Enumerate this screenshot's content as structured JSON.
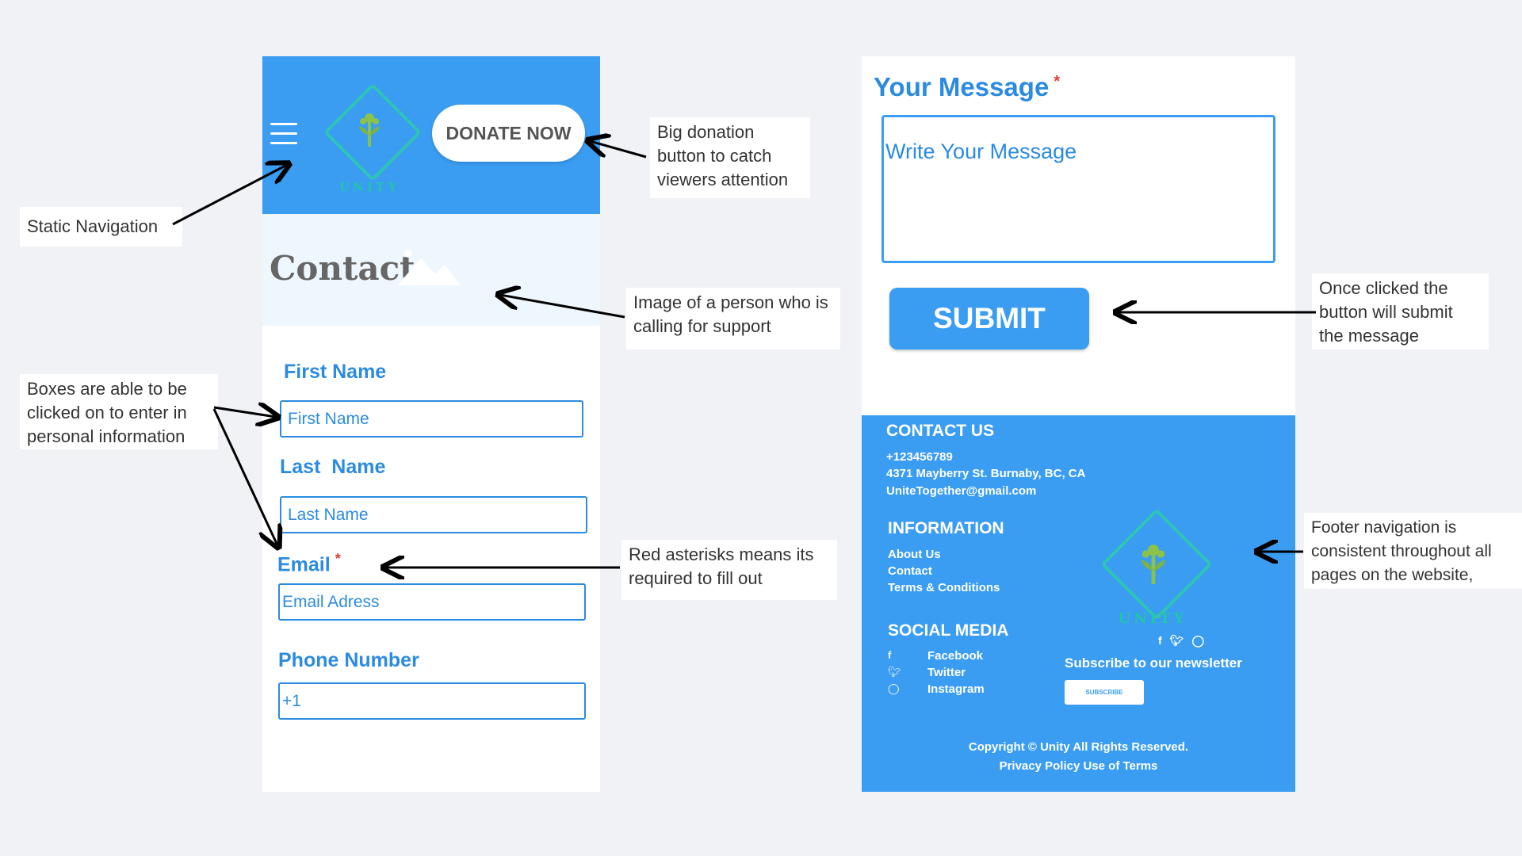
{
  "left_screen": {
    "nav": {
      "menu_icon": "hamburger-icon",
      "logo_text": "UNITY",
      "donate_label": "DONATE NOW"
    },
    "hero": {
      "title": "Contact",
      "image_icon": "image-placeholder-icon"
    },
    "form": {
      "first_name": {
        "label": "First Name",
        "placeholder": "First Name"
      },
      "last_name": {
        "label": "Last  Name",
        "placeholder": "Last Name"
      },
      "email": {
        "label": "Email",
        "required_mark": "*",
        "placeholder": "Email Adress"
      },
      "phone": {
        "label": "Phone Number",
        "value": "+1"
      }
    }
  },
  "right_screen": {
    "message": {
      "label": "Your Message",
      "required_mark": "*",
      "placeholder": "Write Your Message"
    },
    "submit_label": "SUBMIT",
    "footer": {
      "contact_heading": "CONTACT US",
      "phone": "+123456789",
      "address": "4371 Mayberry St. Burnaby, BC, CA",
      "email": "UniteTogether@gmail.com",
      "info_heading": "INFORMATION",
      "info_links": [
        "About Us",
        "Contact",
        "Terms & Conditions"
      ],
      "social_heading": "SOCIAL MEDIA",
      "social_links": [
        {
          "icon": "facebook-icon",
          "label": "Facebook"
        },
        {
          "icon": "twitter-icon",
          "label": "Twitter"
        },
        {
          "icon": "instagram-icon",
          "label": "Instagram"
        }
      ],
      "logo_text": "UNITY",
      "newsletter_label": "Subscribe to our newsletter",
      "subscribe_label": "SUBSCRIBE",
      "copyright": "Copyright © Unity All Rights Reserved.",
      "policy_links": "Privacy Policy Use of Terms"
    }
  },
  "annotations": {
    "static_nav": "Static Navigation",
    "donate": "Big donation button to catch viewers attention",
    "image": "Image of a person who is calling for support",
    "boxes": "Boxes are able to be clicked on to enter in personal information",
    "asterisk": "Red asterisks means its required to fill out",
    "submit": "Once clicked the button will submit the message",
    "footer": "Footer navigation is consistent throughout all pages on the website,"
  },
  "colors": {
    "brand_blue": "#3a9df2",
    "field_blue": "#2b8be0",
    "required_red": "#e23b3b",
    "logo_teal": "#2ec4b6",
    "background": "#f1f2f6"
  }
}
